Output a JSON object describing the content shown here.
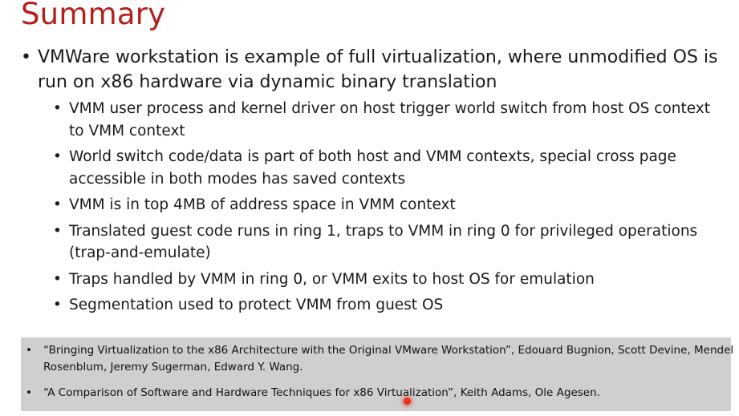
{
  "slide": {
    "title": "Summary",
    "bullet_glyph": "•",
    "main_bullet": "VMWare workstation is example of full virtualization, where unmodified OS is run on x86 hardware via dynamic binary translation",
    "sub_bullets": [
      "VMM user process and kernel driver on host trigger world switch from host OS context to VMM context",
      "World switch code/data is part of both host and VMM contexts, special cross page accessible in both modes has saved contexts",
      "VMM is in top 4MB of address space in VMM context",
      "Translated guest code runs in ring 1, traps to VMM in ring 0 for privileged operations (trap-and-emulate)",
      "Traps handled by VMM in ring 0, or VMM exits to host OS for emulation",
      "Segmentation used to protect VMM from guest OS"
    ],
    "references": [
      "“Bringing Virtualization to the x86 Architecture with the Original VMware Workstation”, Edouard Bugnion, Scott Devine, Mendel Rosenblum, Jeremy Sugerman, Edward Y. Wang.",
      "“A Comparison of Software and Hardware Techniques for x86 Virtualization”, Keith Adams, Ole Agesen."
    ]
  },
  "colors": {
    "title": "#b5201d",
    "text": "#1a1a1a",
    "reference_background": "#cfcfcf",
    "laser_pointer": "#e8331f"
  }
}
